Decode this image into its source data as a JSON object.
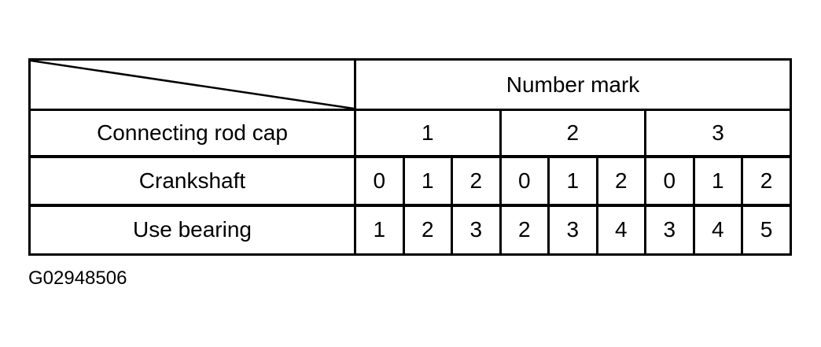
{
  "colors": {
    "background": "#ffffff",
    "line": "#000000",
    "text": "#000000"
  },
  "table": {
    "header_label": "Number mark",
    "rows": [
      {
        "label": "Connecting rod cap",
        "cells": [
          "1",
          "2",
          "3"
        ]
      },
      {
        "label": "Crankshaft",
        "cells": [
          "0",
          "1",
          "2",
          "0",
          "1",
          "2",
          "0",
          "1",
          "2"
        ]
      },
      {
        "label": "Use bearing",
        "cells": [
          "1",
          "2",
          "3",
          "2",
          "3",
          "4",
          "3",
          "4",
          "5"
        ]
      }
    ]
  },
  "caption": {
    "text": "G02948506"
  }
}
